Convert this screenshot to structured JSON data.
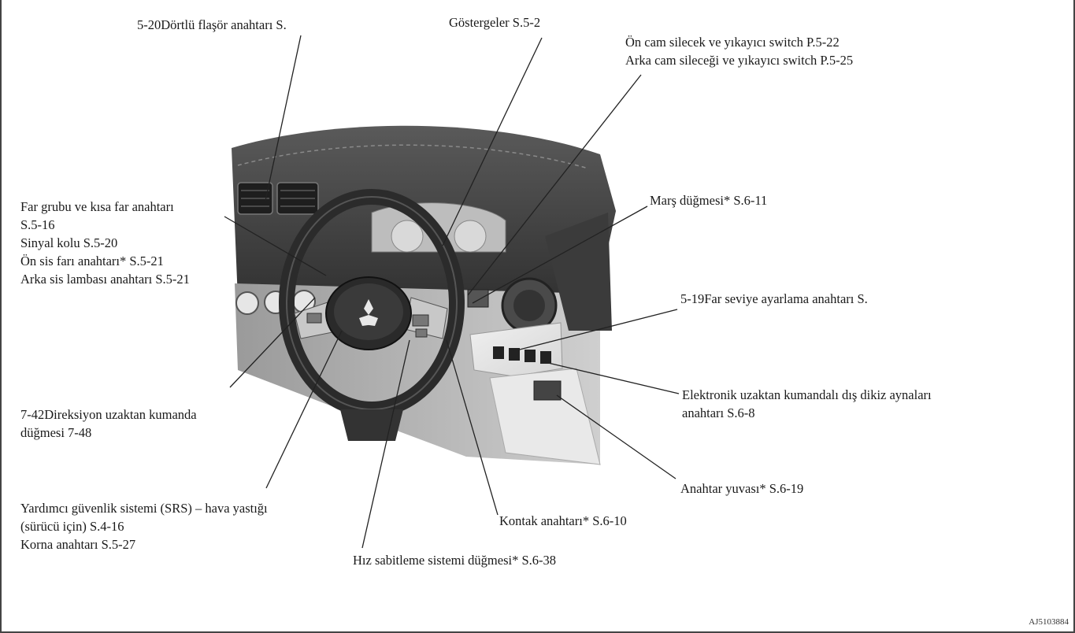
{
  "labels": {
    "hazard": "5-20Dörtlü flaşör anahtarı S.",
    "gauges": "Göstergeler S.5-2",
    "wiper_front": "Ön cam silecek ve yıkayıcı switch P.5-22",
    "wiper_rear": "Arka cam sileceği ve yıkayıcı switch P.5-25",
    "headlamp_line1": "Far grubu ve kısa far anahtarı",
    "headlamp_line2": "S.5-16",
    "turn_signal": "Sinyal kolu S.5-20",
    "front_fog": "Ön sis farı anahtarı* S.5-21",
    "rear_fog": "Arka sis lambası anahtarı S.5-21",
    "start_button": "Marş düğmesi* S.6-11",
    "leveling": "5-19Far seviye ayarlama anahtarı S.",
    "steering_remote_line1": "7-42Direksiyon uzaktan kumanda",
    "steering_remote_line2": "düğmesi 7-48",
    "mirrors_line1": "Elektronik uzaktan kumandalı dış dikiz aynaları",
    "mirrors_line2": "anahtarı S.6-8",
    "key_slot": "Anahtar yuvası* S.6-19",
    "srs_line1": "Yardımcı güvenlik sistemi (SRS) – hava yastığı",
    "srs_line2": "(sürücü için) S.4-16",
    "horn": "Korna anahtarı S.5-27",
    "ignition": "Kontak anahtarı* S.6-10",
    "cruise": "Hız sabitleme sistemi düğmesi* S.6-38"
  },
  "figure_code": "AJ5103884"
}
